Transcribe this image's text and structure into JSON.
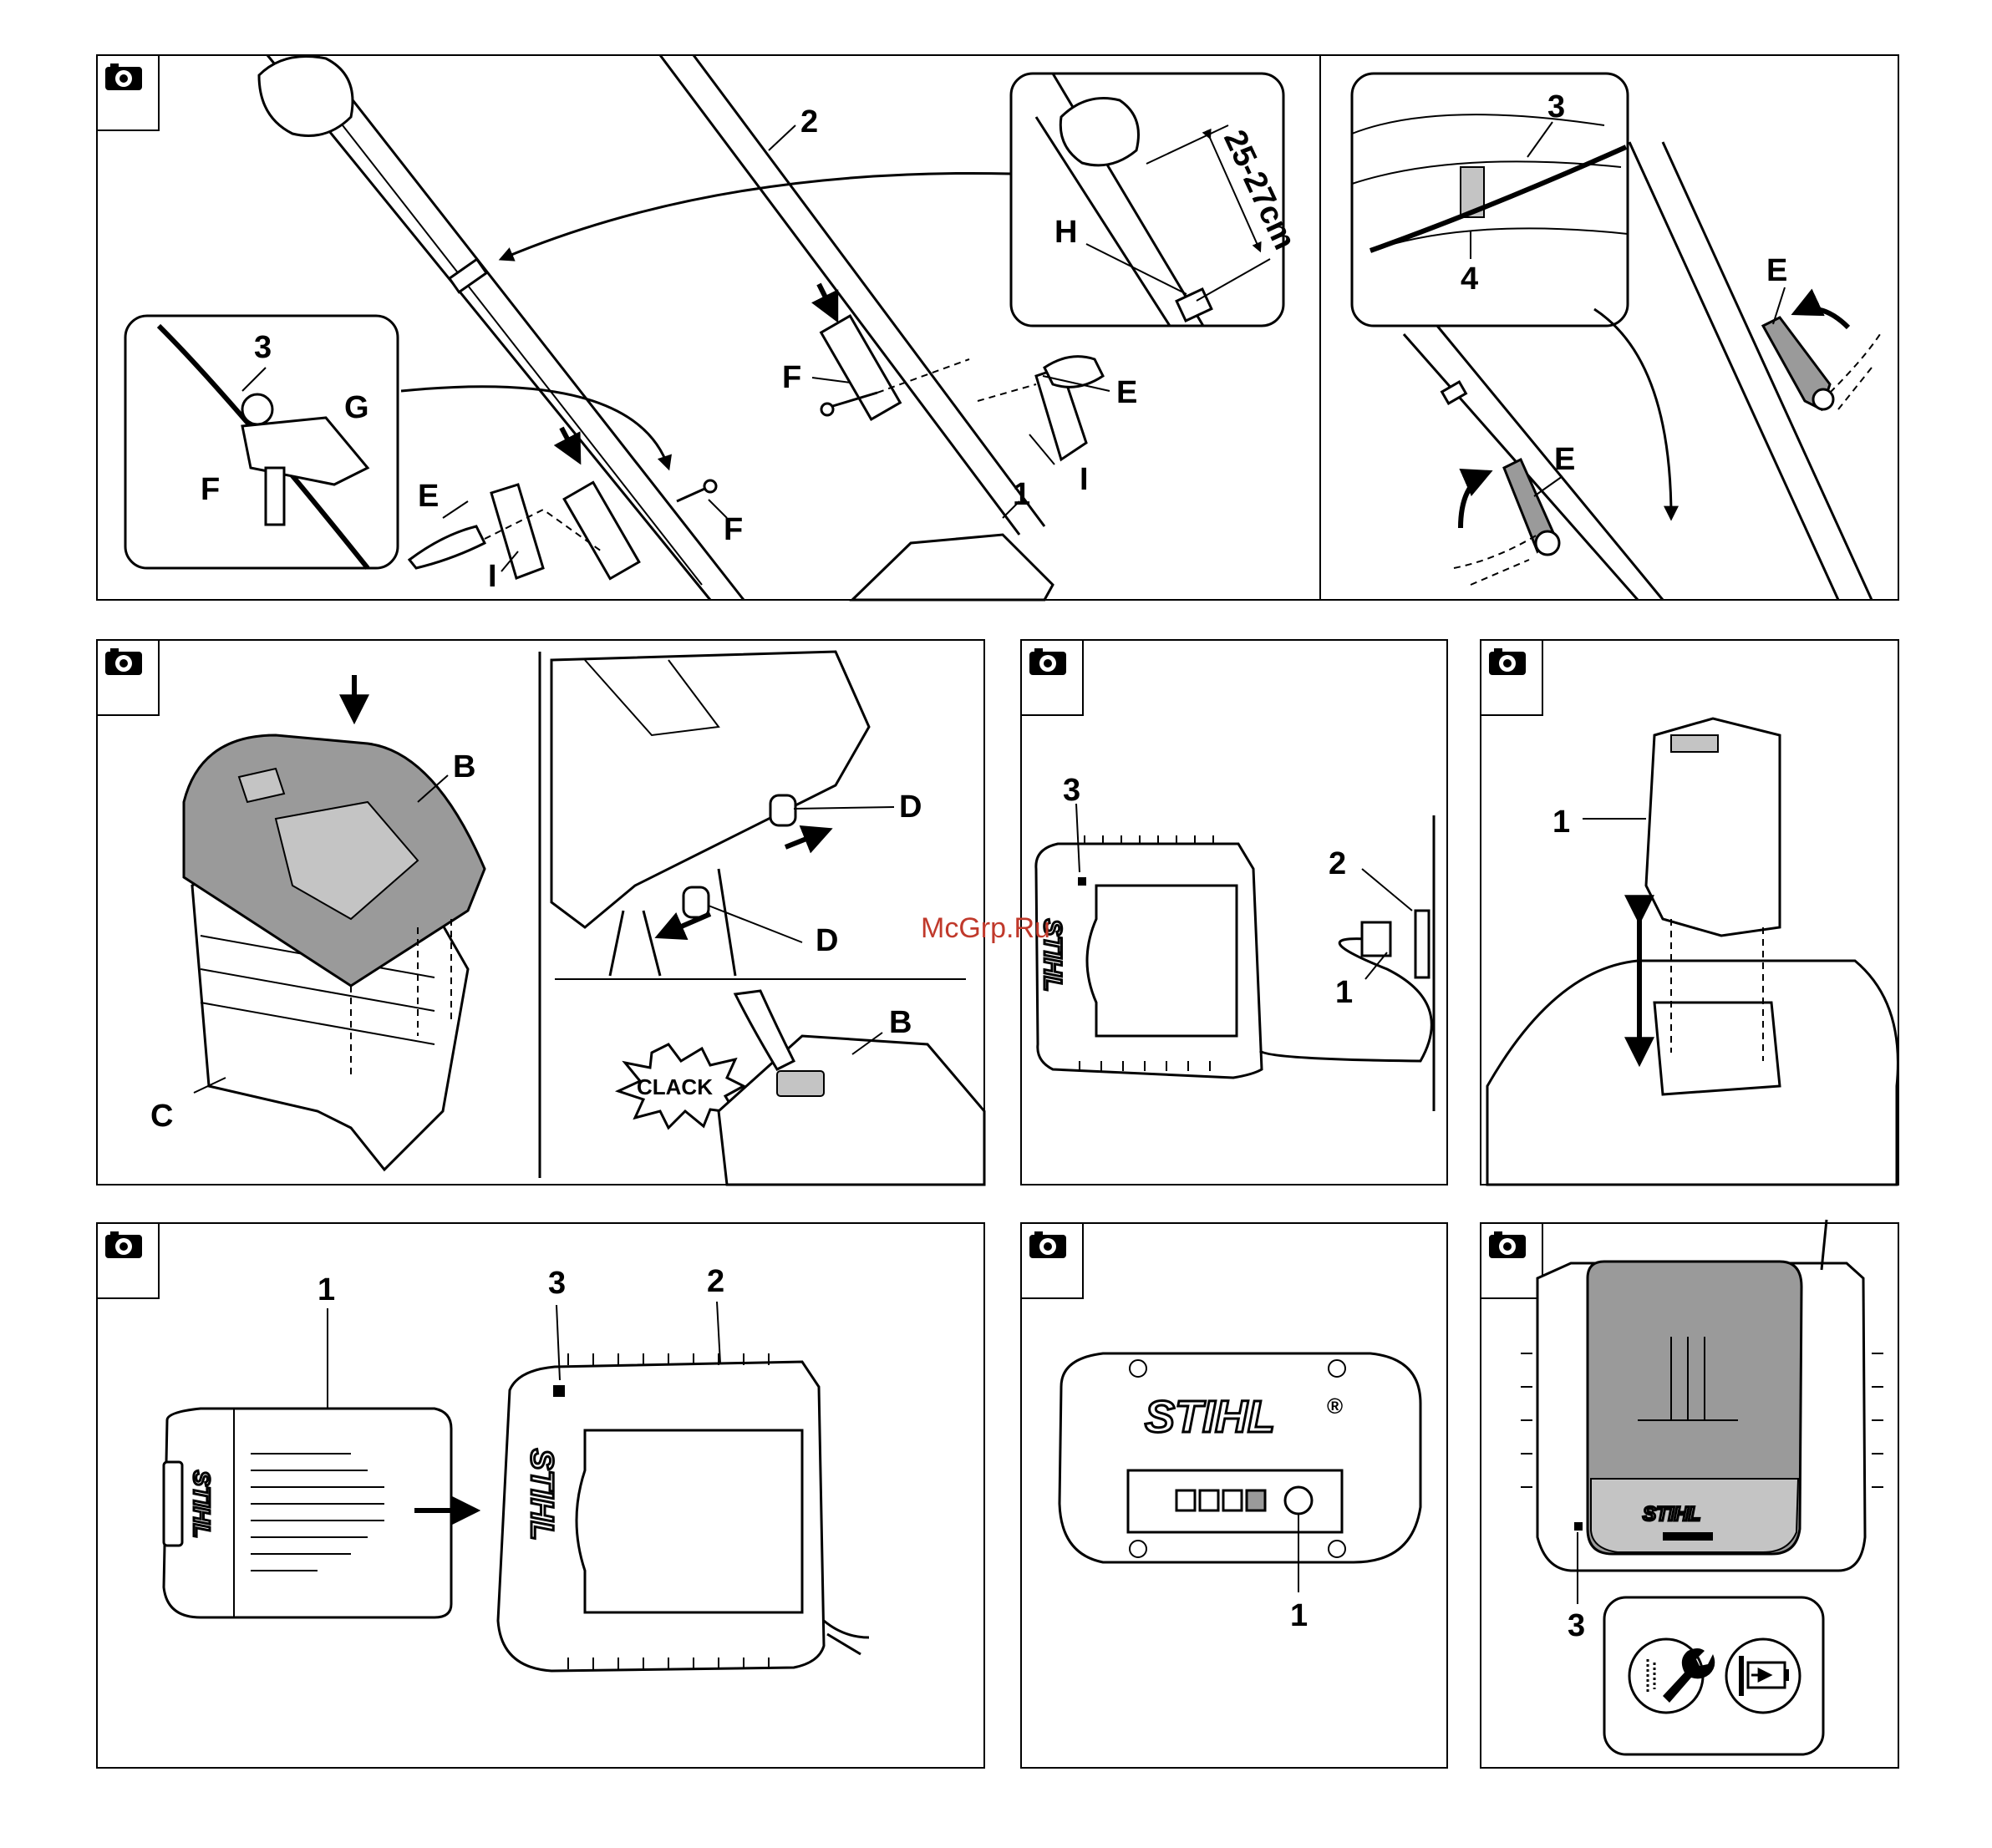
{
  "watermark": "McGrp.Ru",
  "icons": {
    "panel_marker": "camera-icon",
    "service": "wrench-icon",
    "battery_charge": "battery-charge-icon"
  },
  "panels": [
    {
      "id": "p1",
      "labels": {
        "l2": "2",
        "h": "H",
        "measure": "25-27cm",
        "e_right": "E",
        "f_top": "F",
        "i_right": "I",
        "l1": "1",
        "l3": "3",
        "g": "G",
        "f_inset": "F",
        "e_left": "E",
        "i_left": "I",
        "f_bottom": "F"
      }
    },
    {
      "id": "p2",
      "labels": {
        "l3": "3",
        "l4": "4",
        "e_top": "E",
        "e_bottom": "E"
      }
    },
    {
      "id": "p3",
      "labels": {
        "b_top": "B",
        "c": "C",
        "d_top": "D",
        "d_bottom": "D",
        "b_bottom": "B",
        "clack": "CLACK"
      }
    },
    {
      "id": "p4",
      "labels": {
        "l3": "3",
        "l2": "2",
        "l1": "1",
        "brand": "STIHL"
      }
    },
    {
      "id": "p5",
      "labels": {
        "l1": "1"
      }
    },
    {
      "id": "p6",
      "labels": {
        "l1": "1",
        "l3": "3",
        "l2": "2",
        "brand_battery": "STIHL",
        "brand_charger": "STIHL"
      }
    },
    {
      "id": "p7",
      "labels": {
        "brand": "STIHL",
        "reg": "®",
        "l1": "1"
      }
    },
    {
      "id": "p8",
      "labels": {
        "brand": "STIHL",
        "l3": "3"
      }
    }
  ]
}
